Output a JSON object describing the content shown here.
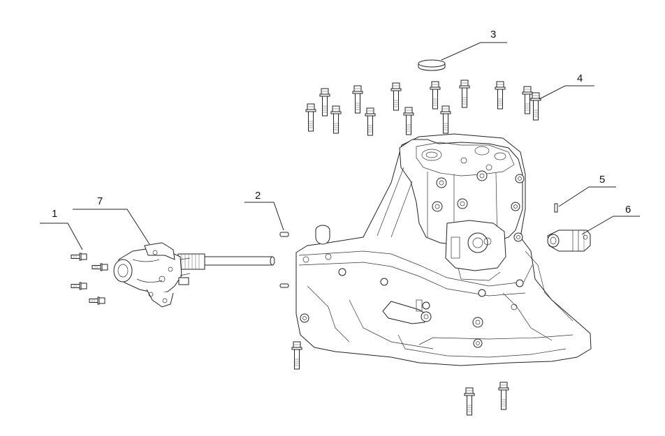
{
  "callouts": [
    {
      "id": "1",
      "label": "1"
    },
    {
      "id": "2",
      "label": "2"
    },
    {
      "id": "3",
      "label": "3"
    },
    {
      "id": "4",
      "label": "4"
    },
    {
      "id": "5",
      "label": "5"
    },
    {
      "id": "6",
      "label": "6"
    },
    {
      "id": "7",
      "label": "7"
    }
  ],
  "colors": {
    "line": "#222222",
    "background": "#ffffff"
  }
}
